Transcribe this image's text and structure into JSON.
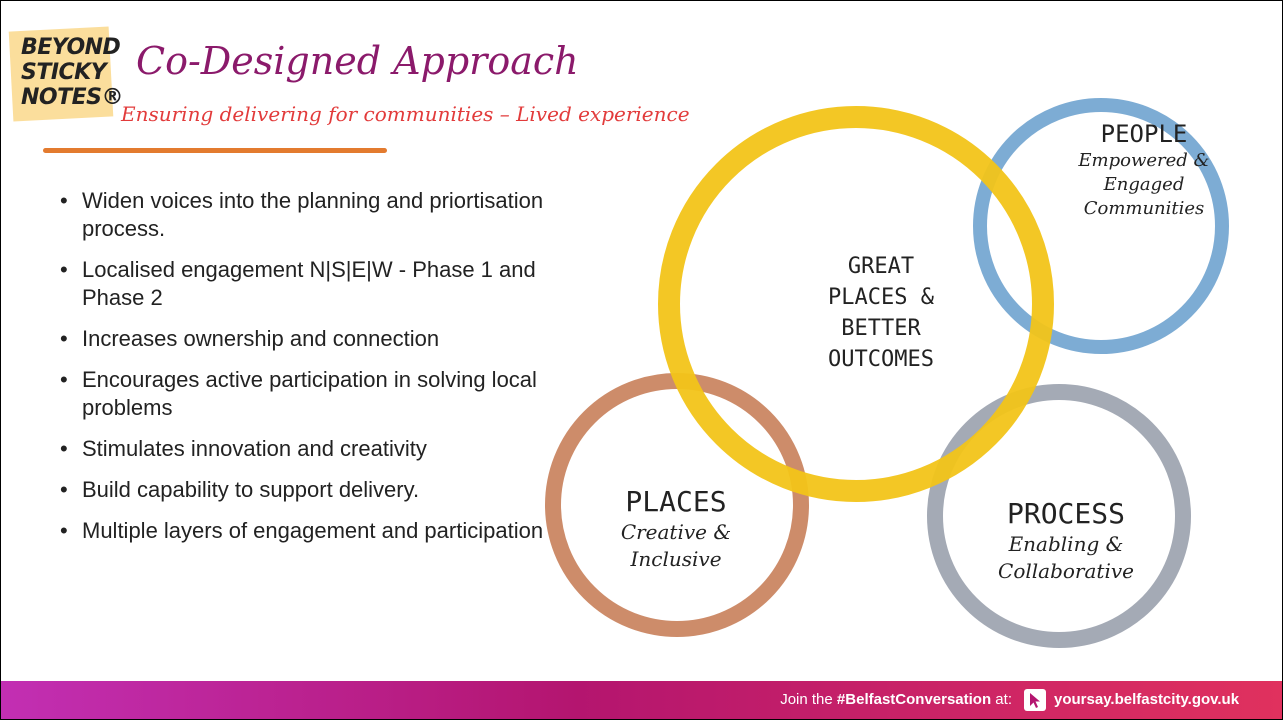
{
  "header": {
    "logo_lines": [
      "BEYOND",
      "STICKY",
      "NOTES®"
    ],
    "title": "Co-Designed Approach",
    "subtitle": "Ensuring delivering for communities – Lived experience"
  },
  "bullets": [
    "Widen voices into the planning and priortisation process.",
    "Localised engagement N|S|E|W - Phase 1 and Phase 2",
    "Increases ownership and connection",
    "Encourages active participation in solving local problems",
    "Stimulates innovation and creativity",
    "Build capability to support delivery.",
    "Multiple layers of engagement and participation"
  ],
  "diagram": {
    "center": [
      "GREAT",
      "PLACES &",
      "BETTER",
      "OUTCOMES"
    ],
    "people": {
      "heading": "PEOPLE",
      "lines": [
        "Empowered &",
        "Engaged",
        "Communities"
      ]
    },
    "places": {
      "heading": "PLACES",
      "lines": [
        "Creative &",
        "Inclusive"
      ]
    },
    "process": {
      "heading": "PROCESS",
      "lines": [
        "Enabling &",
        "Collaborative"
      ]
    },
    "colors": {
      "center": "#f2c419",
      "people": "#6fa3cf",
      "places": "#c8805a",
      "process": "#9aa1ad"
    }
  },
  "footer": {
    "prefix": "Join the ",
    "hashtag": "#BelfastConversation",
    "suffix": " at:",
    "url": "yoursay.belfastcity.gov.uk"
  }
}
